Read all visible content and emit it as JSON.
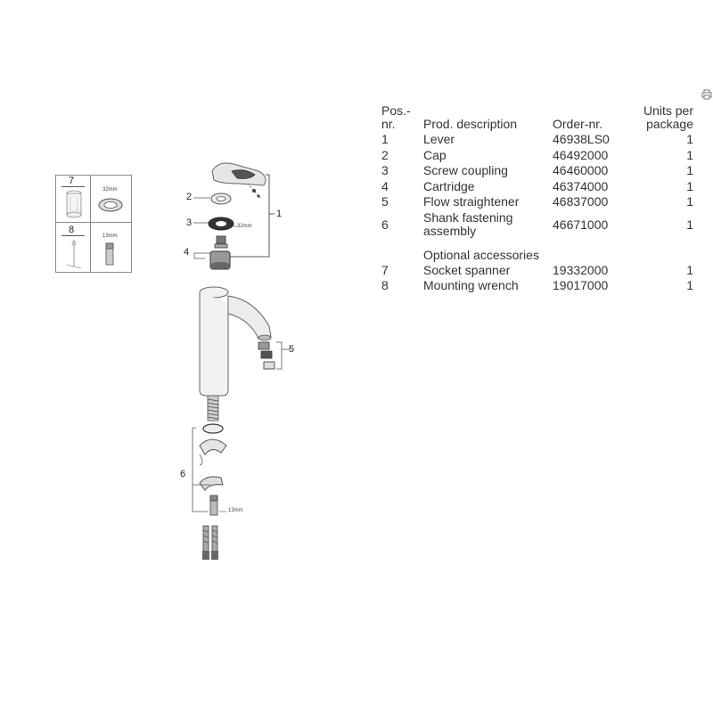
{
  "page": {
    "print_icon": "printer-icon"
  },
  "table": {
    "headers": {
      "pos": "Pos.-nr.",
      "description": "Prod. description",
      "order": "Order-nr.",
      "units": "Units per package"
    },
    "parts": [
      {
        "pos": "1",
        "description": "Lever",
        "order": "46938LS0",
        "units": "1"
      },
      {
        "pos": "2",
        "description": "Cap",
        "order": "46492000",
        "units": "1"
      },
      {
        "pos": "3",
        "description": "Screw coupling",
        "order": "46460000",
        "units": "1"
      },
      {
        "pos": "4",
        "description": "Cartridge",
        "order": "46374000",
        "units": "1"
      },
      {
        "pos": "5",
        "description": "Flow straightener",
        "order": "46837000",
        "units": "1"
      },
      {
        "pos": "6",
        "description": "Shank fastening assembly",
        "order": "46671000",
        "units": "1"
      }
    ],
    "optional_heading": "Optional accessories",
    "accessories": [
      {
        "pos": "7",
        "description": "Socket spanner",
        "order": "19332000",
        "units": "1"
      },
      {
        "pos": "8",
        "description": "Mounting wrench",
        "order": "19017000",
        "units": "1"
      }
    ]
  },
  "accessory_box": {
    "item7": {
      "number": "7",
      "size": "32mm"
    },
    "item8": {
      "number": "8",
      "size": "13mm"
    }
  },
  "drawing": {
    "callouts": [
      "1",
      "2",
      "3",
      "4",
      "5",
      "6"
    ],
    "size_labels": {
      "coupling": "32mm",
      "wrench": "13mm"
    }
  }
}
